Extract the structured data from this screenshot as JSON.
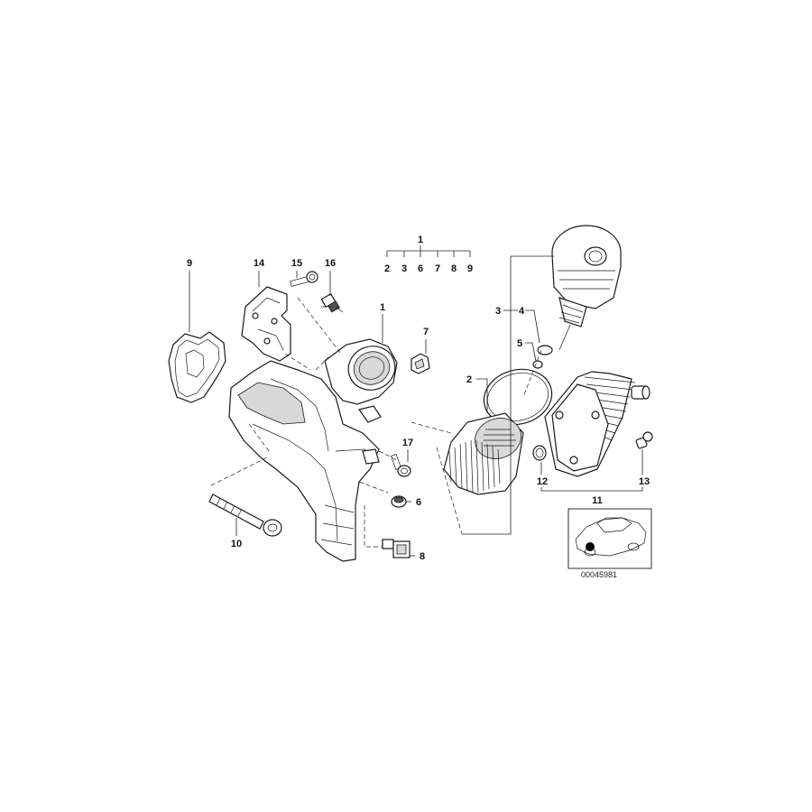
{
  "diagram": {
    "reference_number": "00045981",
    "group_label": "1",
    "group_members": [
      "2",
      "3",
      "6",
      "7",
      "8",
      "9"
    ],
    "callouts": {
      "c1": "1",
      "c2": "2",
      "c3": "3",
      "c4": "4",
      "c5": "5",
      "c6": "6",
      "c7": "7",
      "c8": "8",
      "c9": "9",
      "c10": "10",
      "c11": "11",
      "c12": "12",
      "c13": "13",
      "c14": "14",
      "c15": "15",
      "c16": "16",
      "c17": "17"
    }
  }
}
